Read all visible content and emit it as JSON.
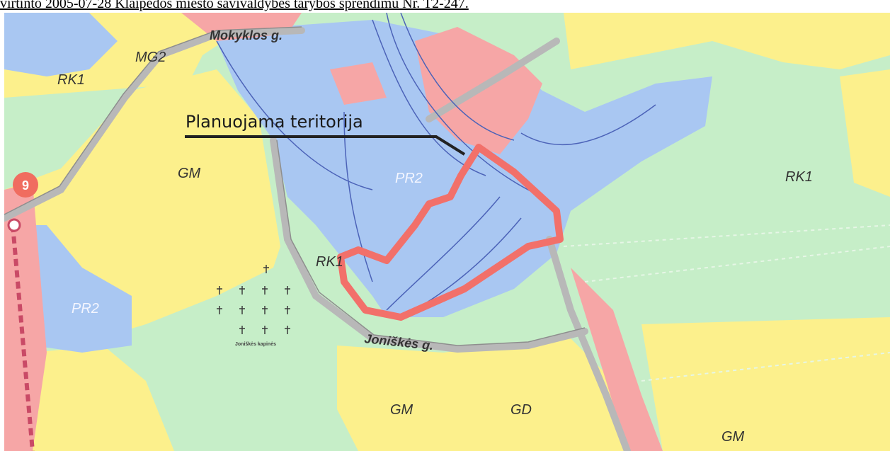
{
  "document": {
    "caption": "virtinto 2005-07-28 Klaipėdos miesto savivaldybės tarybos sprendimu Nr. T2-247."
  },
  "map": {
    "streets": {
      "mokyklos": "Mokyklos g.",
      "joniskes": "Joniškės g."
    },
    "planned_area_label": "Planuojama teritorija",
    "route_number": "9",
    "zones": {
      "rk1_top_left": "RK1",
      "mg2": "MG2",
      "gm_left": "GM",
      "pr2_center": "PR2",
      "rk1_right": "RK1",
      "rk1_center": "RK1",
      "pr2_left": "PR2",
      "gm_bottom_left": "GM",
      "gd_bottom": "GD",
      "gm_bottom_right": "GM"
    },
    "cemetery_label": "Joniškės kapinės",
    "colors": {
      "residential": "#fcf08c",
      "green": "#c6eec8",
      "industrial": "#a9c7f2",
      "commercial": "#f6a6a6",
      "boundary": "#f2706a",
      "roads": "#b8b8b8",
      "railway": "#4c63b8"
    }
  }
}
